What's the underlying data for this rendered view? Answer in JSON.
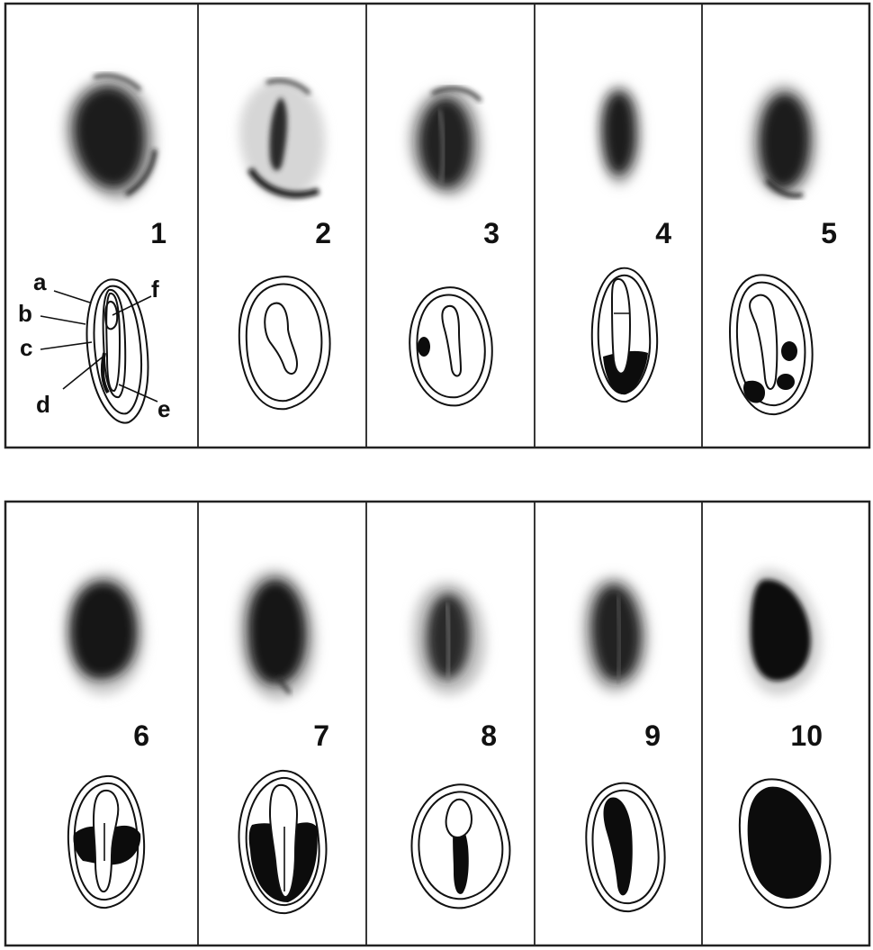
{
  "figure": {
    "top_row_numbers": [
      "1",
      "2",
      "3",
      "4",
      "5"
    ],
    "bottom_row_numbers": [
      "6",
      "7",
      "8",
      "9",
      "10"
    ],
    "labels": [
      "a",
      "b",
      "c",
      "d",
      "e",
      "f"
    ]
  }
}
